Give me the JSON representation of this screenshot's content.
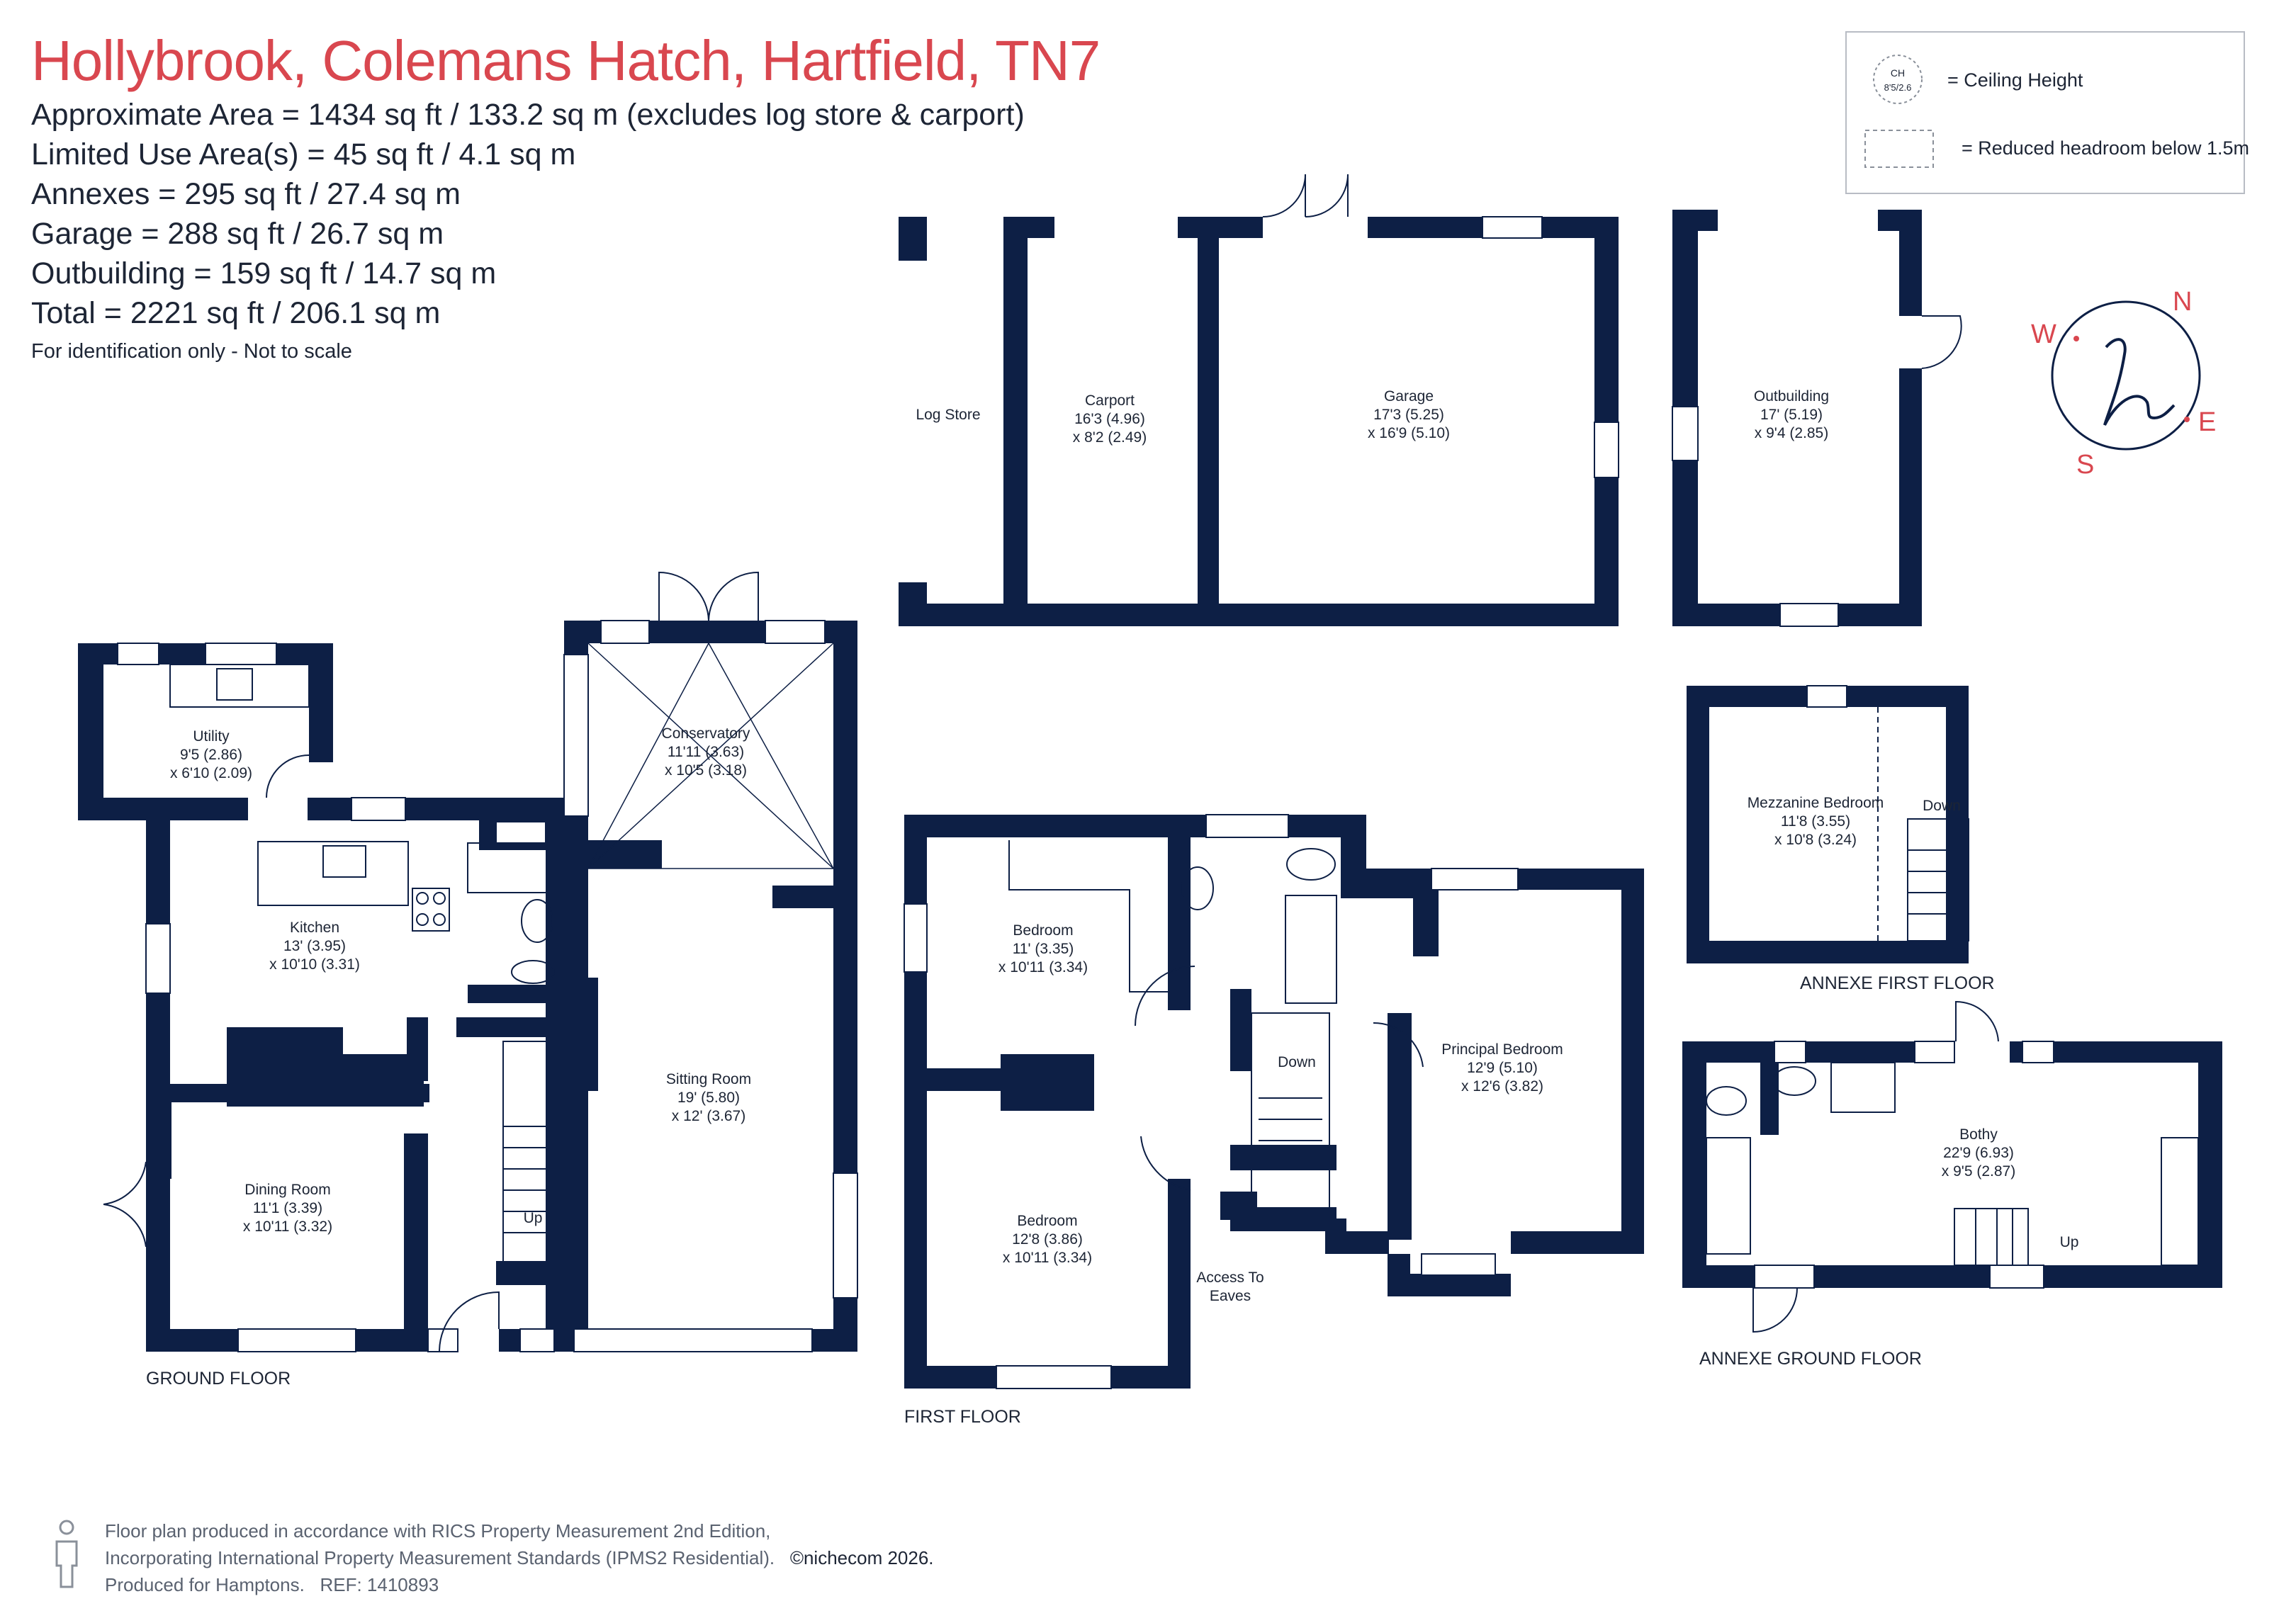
{
  "header": {
    "title": "Hollybrook, Colemans Hatch, Hartfield, TN7",
    "lines": [
      "Approximate Area = 1434 sq ft / 133.2 sq m (excludes log store & carport)",
      "Limited Use Area(s) = 45 sq ft / 4.1 sq m",
      "Annexes = 295 sq ft / 27.4 sq m",
      "Garage = 288 sq ft / 26.7 sq m",
      "Outbuilding = 159 sq ft / 14.7 sq m",
      "Total = 2221 sq ft / 206.1 sq m"
    ],
    "note": "For identification only - Not to scale"
  },
  "legend": {
    "ceiling_symbol_top": "CH",
    "ceiling_symbol_bottom": "8'5/2.6",
    "ceiling_label": "= Ceiling Height",
    "headroom_label": "= Reduced headroom below 1.5m"
  },
  "compass": {
    "n": "N",
    "e": "E",
    "s": "S",
    "w": "W",
    "logo": "h",
    "color": "#d9474f"
  },
  "floors": {
    "ground": "GROUND FLOOR",
    "first": "FIRST FLOOR",
    "annexe_first": "ANNEXE FIRST FLOOR",
    "annexe_ground": "ANNEXE GROUND FLOOR"
  },
  "rooms": {
    "utility": [
      "Utility",
      "9'5 (2.86)",
      "x 6'10 (2.09)"
    ],
    "kitchen": [
      "Kitchen",
      "13' (3.95)",
      "x 10'10 (3.31)"
    ],
    "dining": [
      "Dining Room",
      "11'1 (3.39)",
      "x 10'11 (3.32)"
    ],
    "conservatory": [
      "Conservatory",
      "11'11 (3.63)",
      "x 10'5 (3.18)"
    ],
    "sitting": [
      "Sitting Room",
      "19' (5.80)",
      "x 12' (3.67)"
    ],
    "logstore": [
      "Log Store"
    ],
    "carport": [
      "Carport",
      "16'3 (4.96)",
      "x 8'2 (2.49)"
    ],
    "garage": [
      "Garage",
      "17'3 (5.25)",
      "x 16'9 (5.10)"
    ],
    "outbuilding": [
      "Outbuilding",
      "17' (5.19)",
      "x 9'4 (2.85)"
    ],
    "bedroom1": [
      "Bedroom",
      "11' (3.35)",
      "x 10'11 (3.34)"
    ],
    "bedroom2": [
      "Bedroom",
      "12'8 (3.86)",
      "x 10'11 (3.34)"
    ],
    "principal": [
      "Principal Bedroom",
      "12'9 (5.10)",
      "x 12'6 (3.82)"
    ],
    "eaves": [
      "Access To",
      "Eaves"
    ],
    "mezzanine": [
      "Mezzanine Bedroom",
      "11'8 (3.55)",
      "x 10'8 (3.24)"
    ],
    "bothy": [
      "Bothy",
      "22'9 (6.93)",
      "x 9'5 (2.87)"
    ]
  },
  "stairs": {
    "ground_up": "Up",
    "first_down": "Down",
    "mezz_down": "Down",
    "bothy_up": "Up"
  },
  "footer": {
    "line1": "Floor plan produced in accordance with RICS Property Measurement 2nd Edition,",
    "line2": "Incorporating International Property Measurement Standards (IPMS2 Residential).",
    "copyright": "©nichecom 2026.",
    "line3a": "Produced for Hamptons.",
    "ref": "REF:  1410893"
  },
  "colors": {
    "wall": "#0d1f45",
    "accent": "#d9474f",
    "text": "#1d2535",
    "window": "#ffffff"
  }
}
